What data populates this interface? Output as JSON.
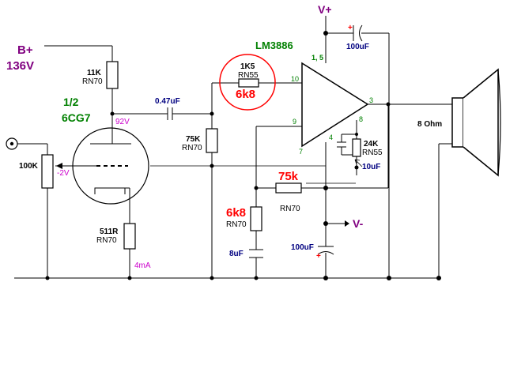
{
  "supply": {
    "label": "B+",
    "voltage": "136V"
  },
  "tube": {
    "line1": "1/2",
    "line2": "6CG7",
    "plate_voltage": "92V",
    "grid_bias": "-2V",
    "cathode_current": "4mA"
  },
  "chip": {
    "name": "LM3886",
    "rail_pos": "V+",
    "rail_neg": "V-",
    "pins": {
      "p15": "1, 5",
      "p10": "10",
      "p9": "9",
      "p7": "7",
      "p3": "3",
      "p8": "8",
      "p4": "4"
    }
  },
  "parts": {
    "r_plate": {
      "value": "11K",
      "type": "RN70"
    },
    "c_couple": {
      "value": "0.47uF"
    },
    "r_grid_in": {
      "value": "100K"
    },
    "r_cathode": {
      "value": "511R",
      "type": "RN70"
    },
    "r_bias": {
      "value": "75K",
      "type": "RN70"
    },
    "r_input": {
      "value": "1K5",
      "type": "RN55",
      "new_value": "6k8"
    },
    "r_mute": {
      "value": "24K",
      "type": "RN55"
    },
    "c_mute": {
      "value": "10uF"
    },
    "r_feedback": {
      "value": "75k",
      "type": "RN70"
    },
    "r_shunt": {
      "value": "6k8",
      "type": "RN70"
    },
    "c_shunt": {
      "value": "8uF"
    },
    "c_vplus": {
      "value": "100uF"
    },
    "c_vminus": {
      "value": "100uF"
    },
    "speaker": {
      "label": "8 Ohm"
    }
  },
  "colors": {
    "wire": "#000000",
    "supply_purple": "#800080",
    "tube_green": "#008000",
    "chip_green": "#008000",
    "modified_red": "#ff0000",
    "cap_blue": "#000080",
    "annotation_magenta": "#cc00cc"
  }
}
